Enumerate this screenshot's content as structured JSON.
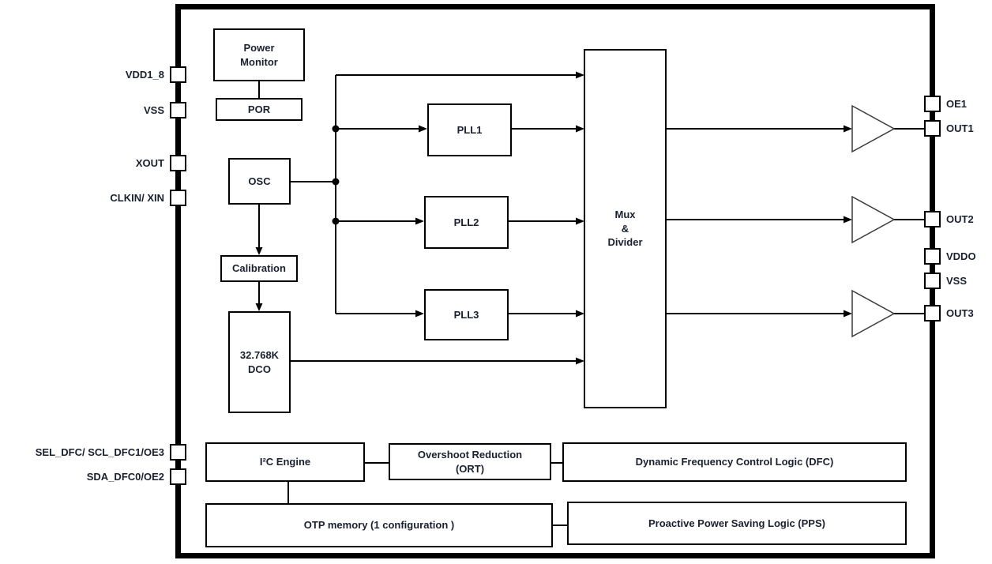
{
  "diagram": {
    "type": "block-diagram",
    "description": "Clock generator IC functional block diagram",
    "blocks": {
      "power_monitor": {
        "label": "Power\nMonitor"
      },
      "por": {
        "label": "POR"
      },
      "osc": {
        "label": "OSC"
      },
      "calibration": {
        "label": "Calibration"
      },
      "dco": {
        "label": "32.768K\nDCO"
      },
      "pll1": {
        "label": "PLL1"
      },
      "pll2": {
        "label": "PLL2"
      },
      "pll3": {
        "label": "PLL3"
      },
      "mux_divider": {
        "label": "Mux\n&\nDivider"
      },
      "i2c_engine": {
        "label": "I²C Engine"
      },
      "ort": {
        "label": "Overshoot Reduction\n(ORT)"
      },
      "dfc": {
        "label": "Dynamic Frequency Control Logic  (DFC)"
      },
      "otp": {
        "label": "OTP memory (1 configuration )"
      },
      "pps": {
        "label": "Proactive Power Saving Logic  (PPS)"
      }
    },
    "pins_left": [
      {
        "label": "VDD1_8"
      },
      {
        "label": "VSS"
      },
      {
        "label": "XOUT"
      },
      {
        "label": "CLKIN/ XIN"
      },
      {
        "label": "SEL_DFC/ SCL_DFC1/OE3"
      },
      {
        "label": "SDA_DFC0/OE2"
      }
    ],
    "pins_right": [
      {
        "label": "OE1"
      },
      {
        "label": "OUT1"
      },
      {
        "label": "OUT2"
      },
      {
        "label": "VDDO"
      },
      {
        "label": "VSS"
      },
      {
        "label": "OUT3"
      }
    ],
    "colors": {
      "line": "#000000",
      "text": "#1b2030",
      "background": "#ffffff",
      "buffer_outline": "#3a3a3a"
    }
  }
}
